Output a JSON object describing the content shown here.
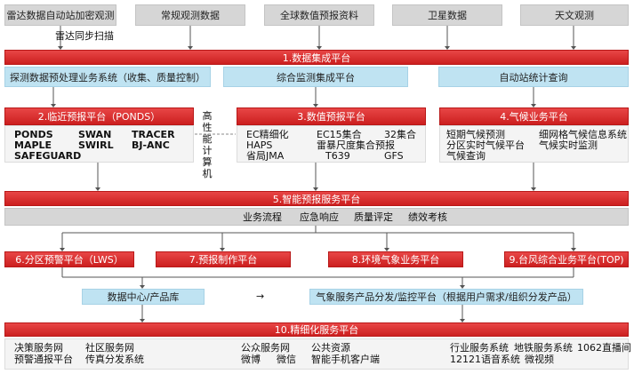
{
  "sources": [
    "雷达数据自动站加密观测",
    "常规观测数据",
    "全球数值预报资料",
    "卫星数据",
    "天文观测"
  ],
  "radar_sync": "雷达同步扫描",
  "platform1": {
    "title": "1.数据集成平台",
    "subs": [
      "探测数据预处理业务系统（收集、质量控制）",
      "综合监测集成平台",
      "自动站统计查询"
    ]
  },
  "platform2": {
    "title": "2.临近预报平台（PONDS）",
    "items": [
      "PONDS",
      "SWAN",
      "TRACER",
      "MAPLE",
      "SWIRL",
      "BJ-ANC",
      "SAFEGUARD"
    ]
  },
  "hpc": "高性能计算机",
  "platform3": {
    "title": "3.数值预报平台",
    "items": [
      "EC精细化",
      "EC15集合",
      "32集合",
      "HAPS",
      "雷暴尺度集合预报",
      "省局JMA",
      "T639",
      "GFS"
    ]
  },
  "platform4": {
    "title": "4.气候业务平台",
    "items": [
      "短期气候预测",
      "细网格气候信息系统",
      "分区实时气候平台",
      "气候实时监测",
      "气候查询"
    ]
  },
  "platform5": {
    "title": "5.智能预报服务平台",
    "subs": [
      "业务流程",
      "应急响应",
      "质量评定",
      "绩效考核"
    ]
  },
  "row6": [
    "6.分区预警平台（LWS）",
    "7.预报制作平台",
    "8.环境气象业务平台",
    "9.台风综合业务平台(TOP)"
  ],
  "data_center": "数据中心/产品库",
  "arrow": "→",
  "dist_platform": "气象服务产品分发/监控平台（根据用户需求/组织分发产品）",
  "platform10": {
    "title": "10.精细化服务平台",
    "g1": [
      "决策服务网",
      "社区服务网",
      "预警通报平台",
      "传真分发系统"
    ],
    "g2": [
      "公众服务网",
      "公共资源",
      "微博",
      "微信",
      "智能手机客户端"
    ],
    "g3": [
      "行业服务系统",
      "地铁服务系统",
      "1062直播间",
      "12121语音系统",
      "微视频"
    ]
  },
  "colors": {
    "red": "#d92b2b",
    "gray": "#d6d6d6",
    "blue": "#bfe3f2"
  }
}
